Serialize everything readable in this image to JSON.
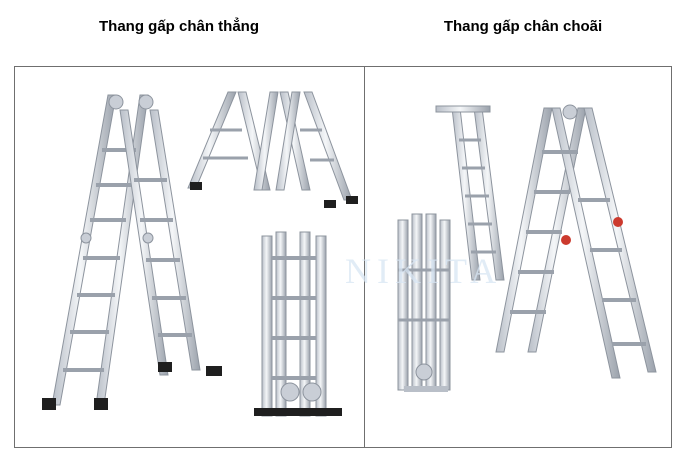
{
  "captions": {
    "left": "Thang gấp chân thẳng",
    "right": "Thang gấp chân choãi"
  },
  "watermark": "NIKITA",
  "colors": {
    "aluminum_light": "#eef0f3",
    "aluminum_mid": "#c9ced6",
    "aluminum_dark": "#8d949e",
    "foot": "#1f1f1f",
    "hinge_red": "#cc3a2e",
    "border": "#6f6f6f"
  }
}
